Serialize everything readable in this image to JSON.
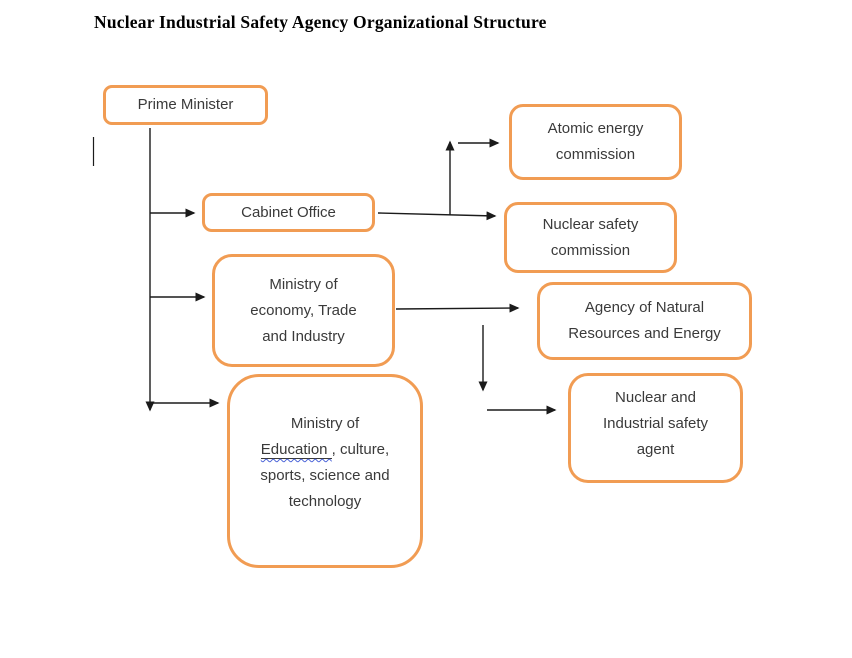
{
  "title": "Nuclear Industrial Safety Agency Organizational Structure",
  "accent_color": "#F19C53",
  "line_color": "#1b1b1b",
  "nodes": {
    "prime_minister": {
      "lines": [
        "Prime Minister"
      ]
    },
    "atomic_energy_commission": {
      "lines": [
        "Atomic energy",
        "commission"
      ]
    },
    "cabinet_office": {
      "lines": [
        "Cabinet Office"
      ]
    },
    "nuclear_safety_commission": {
      "lines": [
        "Nuclear safety",
        "commission"
      ]
    },
    "ministry_economy": {
      "lines": [
        "Ministry of",
        "economy, Trade",
        "and Industry"
      ]
    },
    "agency_natural_resources": {
      "lines": [
        "Agency of Natural",
        "Resources and Energy"
      ]
    },
    "ministry_education": {
      "line1": "Ministry of",
      "line2_underlined": "Education ",
      "line2_rest": ", culture,",
      "line3": "sports, science and",
      "line4": "technology"
    },
    "nuclear_industrial_safety_agent": {
      "lines": [
        "Nuclear and",
        "Industrial safety",
        "agent"
      ]
    }
  },
  "edges": [
    {
      "from": "prime_minister",
      "to": "cabinet_office"
    },
    {
      "from": "prime_minister",
      "to": "ministry_economy"
    },
    {
      "from": "prime_minister",
      "to": "ministry_education"
    },
    {
      "from": "cabinet_office",
      "to": "atomic_energy_commission"
    },
    {
      "from": "cabinet_office",
      "to": "nuclear_safety_commission"
    },
    {
      "from": "ministry_economy",
      "to": "agency_natural_resources"
    },
    {
      "from": "ministry_economy",
      "to": "nuclear_industrial_safety_agent"
    }
  ]
}
